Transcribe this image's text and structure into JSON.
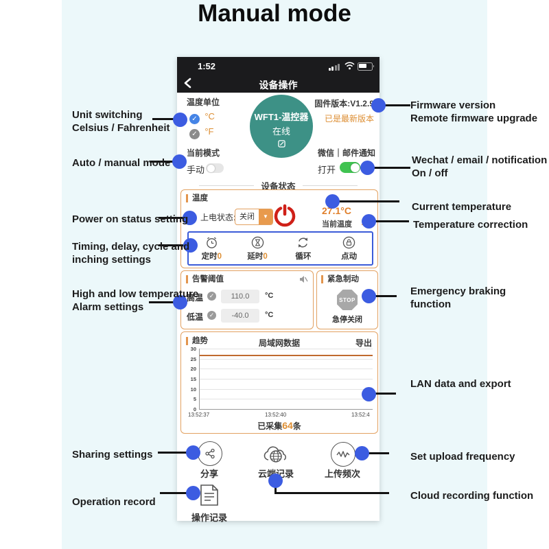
{
  "page": {
    "title": "Manual mode"
  },
  "phone": {
    "status": {
      "time": "1:52"
    },
    "nav": {
      "title": "设备操作"
    },
    "unit": {
      "label": "温度单位",
      "c": "°C",
      "f": "°F"
    },
    "circle": {
      "name": "WFT1-温控器",
      "status": "在线"
    },
    "firmware": {
      "version": "固件版本:V1.2.9",
      "latest": "已是最新版本"
    },
    "mode": {
      "label": "当前模式",
      "manual": "手动"
    },
    "notify": {
      "label": "微信｜邮件通知",
      "on": "打开"
    },
    "section_title": "设备状态",
    "temp": {
      "title": "温度",
      "power_label": "上电状态:",
      "power_value": "关闭",
      "current": "27.1°C",
      "current_label": "当前温度",
      "timers": [
        {
          "label": "定时",
          "value": "0",
          "icon": "alarm-clock-icon"
        },
        {
          "label": "延时",
          "value": "0",
          "icon": "hourglass-icon"
        },
        {
          "label": "循环",
          "value": "",
          "icon": "cycle-icon"
        },
        {
          "label": "点动",
          "value": "",
          "icon": "lock-icon"
        }
      ]
    },
    "alarm": {
      "title": "告警阈值",
      "high_label": "高温",
      "high_value": "110.0",
      "low_label": "低温",
      "low_value": "-40.0",
      "unit": "°C"
    },
    "brake": {
      "title": "紧急制动",
      "stop": "STOP",
      "caption": "急停关闭"
    },
    "chart": {
      "title": "趋势",
      "center": "局域网数据",
      "export": "导出",
      "collected_prefix": "已采集",
      "collected_count": "64",
      "collected_suffix": "条"
    },
    "actions": [
      {
        "label": "分享",
        "icon": "share-icon"
      },
      {
        "label": "云端记录",
        "icon": "cloud-record-icon"
      },
      {
        "label": "上传频次",
        "icon": "upload-frequency-icon"
      },
      {
        "label": "操作记录",
        "icon": "operation-record-icon"
      }
    ]
  },
  "chart_data": {
    "type": "line",
    "title": "局域网数据",
    "x": [
      "13:52:37",
      "13:52:40",
      "13:52:4"
    ],
    "series": [
      {
        "name": "temperature",
        "values": [
          27.1,
          27.1,
          27.1
        ]
      }
    ],
    "ylim": [
      0,
      30
    ],
    "yticks": [
      0,
      5,
      10,
      15,
      20,
      25,
      30
    ],
    "grid": true,
    "line_color": "#c06a2e"
  },
  "annotations": {
    "left": [
      {
        "line1": "Unit switching",
        "line2": "Celsius / Fahrenheit"
      },
      {
        "line1": "Auto / manual mode",
        "line2": ""
      },
      {
        "line1": "Power on status setting",
        "line2": ""
      },
      {
        "line1": "Timing, delay, cycle and",
        "line2": "inching settings"
      },
      {
        "line1": "High and low temperature",
        "line2": "Alarm settings"
      },
      {
        "line1": "Sharing settings",
        "line2": ""
      },
      {
        "line1": "Operation record",
        "line2": ""
      }
    ],
    "right": [
      {
        "line1": "Firmware version",
        "line2": "Remote firmware upgrade"
      },
      {
        "line1": "Wechat / email / notification",
        "line2": "On / off"
      },
      {
        "line1": "Current temperature",
        "line2": ""
      },
      {
        "line1": "Temperature correction",
        "line2": ""
      },
      {
        "line1": "Emergency braking function",
        "line2": ""
      },
      {
        "line1": "LAN data and export",
        "line2": ""
      },
      {
        "line1": "Set upload frequency",
        "line2": ""
      },
      {
        "line1": "Cloud recording function",
        "line2": ""
      }
    ]
  },
  "colors": {
    "accent_orange": "#dd8e33",
    "border_orange": "#e2a161",
    "blue_dot": "#3c5ce1",
    "blue_border": "#3b5bd8",
    "teal_circle": "#3d9186",
    "power_red": "#cf2018",
    "toggle_green": "#40c351"
  }
}
